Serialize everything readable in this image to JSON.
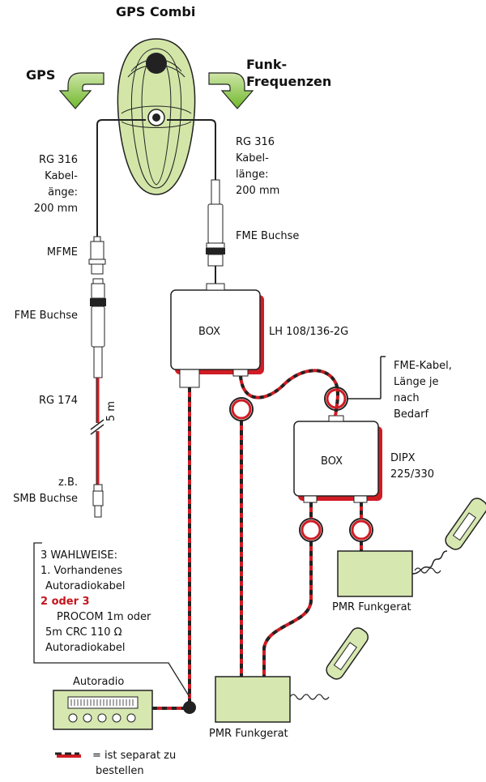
{
  "title": "GPS Combi",
  "arrow_left_label": "GPS",
  "arrow_right_label": "Funk-Frequenzen",
  "arrow_right_line1": "Funk-",
  "arrow_right_line2": "Frequenzen",
  "cable_left": [
    "RG 316",
    "Kabel-",
    "änge:",
    "200 mm"
  ],
  "cable_right": [
    "RG 316",
    "Kabel-",
    "länge:",
    "200 mm"
  ],
  "connectors": {
    "mfme": "MFME",
    "fme_buchse_right": "FME Buchse",
    "fme_buchse_left": "FME Buchse",
    "rg174": "RG 174",
    "length_5m": "5 m",
    "smb": [
      "z.B.",
      "SMB Buchse"
    ]
  },
  "box1": {
    "label": "BOX",
    "model": "LH 108/136-2G"
  },
  "fme_kabel": [
    "FME-Kabel,",
    "Länge je",
    "nach",
    "Bedarf"
  ],
  "box2": {
    "label": "BOX",
    "model": [
      "DIPX",
      "225/330"
    ]
  },
  "pmr_right": "PMR Funkgerat",
  "pmr_bottom": "PMR Funkgerat",
  "wahlweise": {
    "line1": "3 WAHLWEISE:",
    "line2": "1. Vorhandenes",
    "line3": "Autoradiokabel",
    "line4": "2 oder 3",
    "line5": "PROCOM 1m oder",
    "line6": "5m CRC 110 Ω",
    "line7": "Autoradiokabel"
  },
  "autoradio": "Autoradio",
  "legend": [
    "= ist separat zu",
    "bestellen"
  ],
  "colors": {
    "antenna": "#d3e6a8",
    "arrow": "#8dc63f",
    "red": "#d01c24",
    "radio": "#d6e7b0"
  }
}
